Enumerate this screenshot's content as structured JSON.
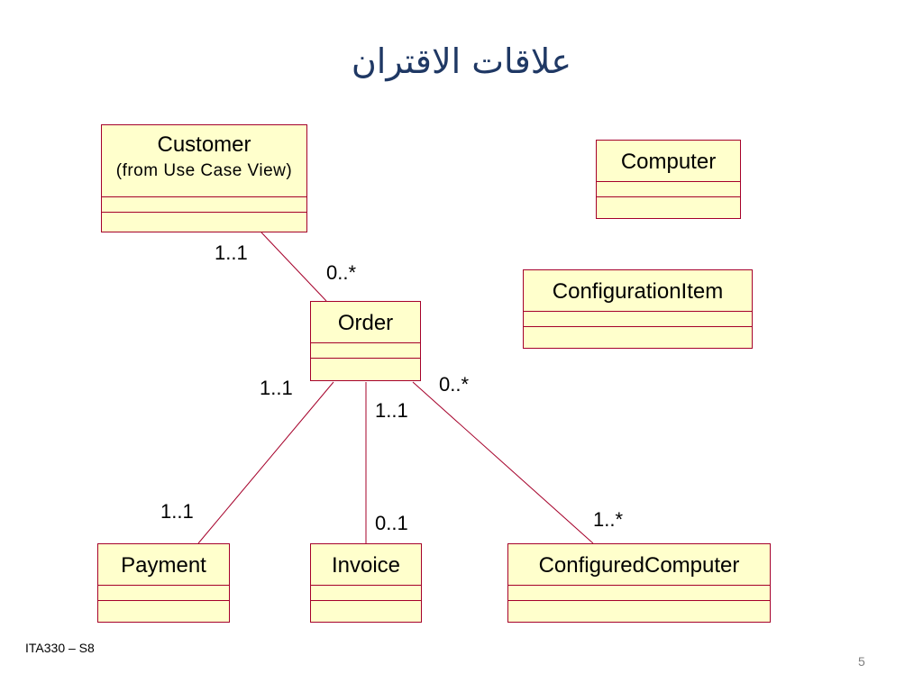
{
  "title": "علاقات الاقتران",
  "classes": {
    "customer": {
      "name": "Customer",
      "stereotype": "(from Use Case View)"
    },
    "computer": {
      "name": "Computer"
    },
    "configuration_item": {
      "name": "ConfigurationItem"
    },
    "order": {
      "name": "Order"
    },
    "payment": {
      "name": "Payment"
    },
    "invoice": {
      "name": "Invoice"
    },
    "configured_computer": {
      "name": "ConfiguredComputer"
    }
  },
  "associations": {
    "customer_order": {
      "customer_end": "1..1",
      "order_end": "0..*"
    },
    "order_payment": {
      "order_end": "1..1",
      "payment_end": "1..1"
    },
    "order_invoice": {
      "order_end": "1..1",
      "invoice_end": "0..1"
    },
    "order_configured": {
      "order_end": "0..*",
      "configured_end": "1..*"
    }
  },
  "colors": {
    "class_fill": "#ffffcc",
    "class_border": "#a5002a",
    "title": "#1f3864"
  },
  "footer": {
    "course": "ITA330 – S8",
    "page_number": "5"
  }
}
